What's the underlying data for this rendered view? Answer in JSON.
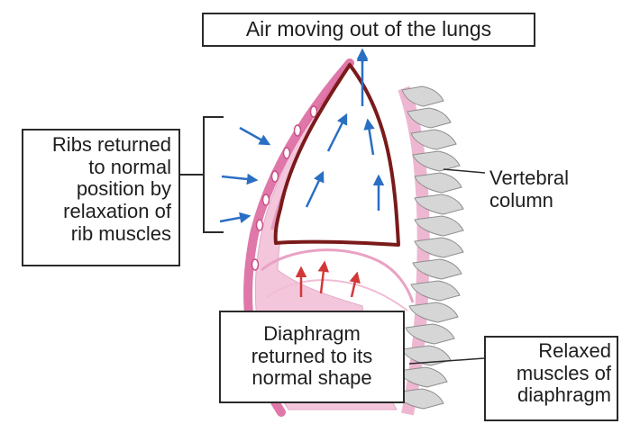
{
  "title": "Air moving out of the lungs",
  "labels": {
    "ribs": [
      "Ribs returned",
      "to normal",
      "position by",
      "relaxation of",
      "rib muscles"
    ],
    "vertebral": [
      "Vertebral",
      "column"
    ],
    "diaphragm": [
      "Diaphragm",
      "returned to its",
      "normal shape"
    ],
    "relaxed": [
      "Relaxed",
      "muscles of",
      "diaphragm"
    ]
  },
  "colors": {
    "rib_pink": "#d9609a",
    "tissue_pink": "#f3c6dc",
    "lung_outline": "#7a1a1a",
    "arrow_blue": "#2a6fc4",
    "arrow_red": "#d23838",
    "spine_grey": "#cfcfcf"
  }
}
